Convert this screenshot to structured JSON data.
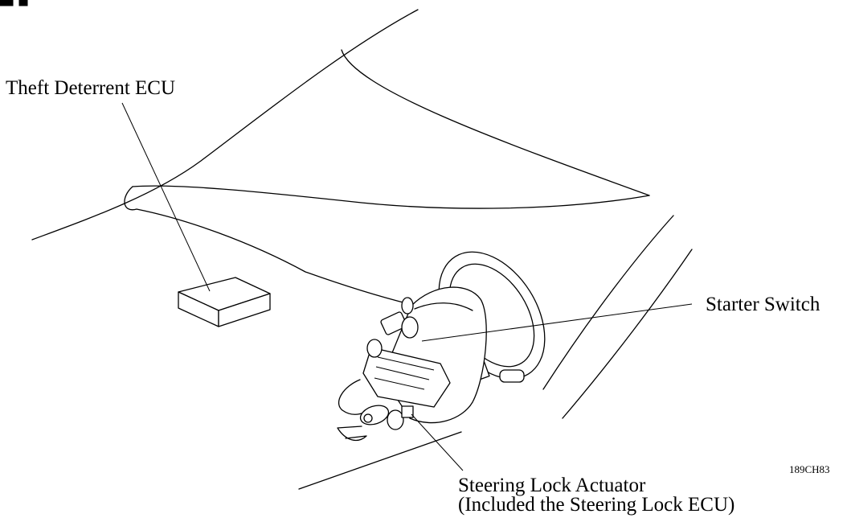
{
  "labels": {
    "theft_deterrent_ecu": "Theft Deterrent ECU",
    "starter_switch": "Starter Switch",
    "steering_lock_actuator_line1": "Steering Lock Actuator",
    "steering_lock_actuator_line2": "(Included the Steering Lock ECU)"
  },
  "figure_code": "189CH83"
}
